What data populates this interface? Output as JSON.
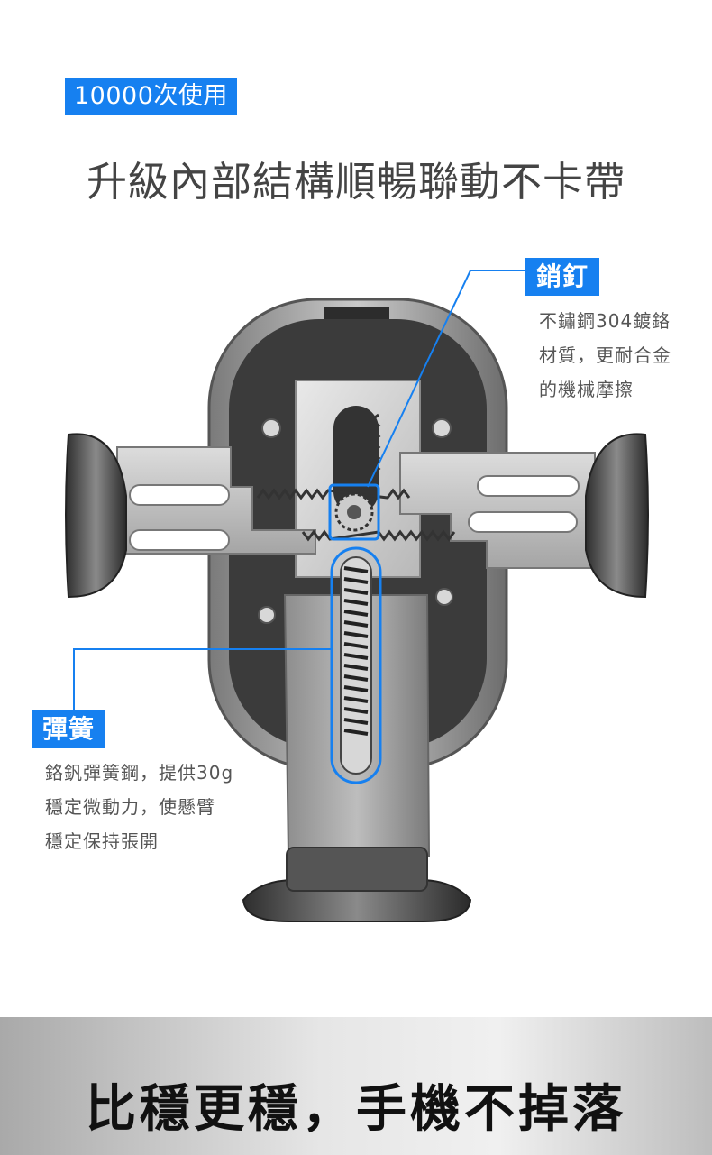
{
  "badge": {
    "label": "10000次使用"
  },
  "headline": {
    "text": "升級內部結構順暢聯動不卡帶"
  },
  "callouts": {
    "pin": {
      "tag": "銷釘",
      "lines": [
        "不鏽鋼304鍍鉻",
        "材質，更耐合金",
        "的機械摩擦"
      ]
    },
    "spring": {
      "tag": "彈簧",
      "lines": [
        "鉻釩彈簧鋼，提供30g",
        "穩定微動力，使懸臂",
        "穩定保持張開"
      ]
    }
  },
  "slogan": {
    "text": "比穩更穩，手機不掉落"
  },
  "colors": {
    "accent": "#1680f0",
    "body_text": "#555555",
    "headline": "#444444"
  },
  "icons": {
    "product": "car-phone-holder-illustration",
    "gear": "gear-icon",
    "spring": "spring-icon"
  }
}
